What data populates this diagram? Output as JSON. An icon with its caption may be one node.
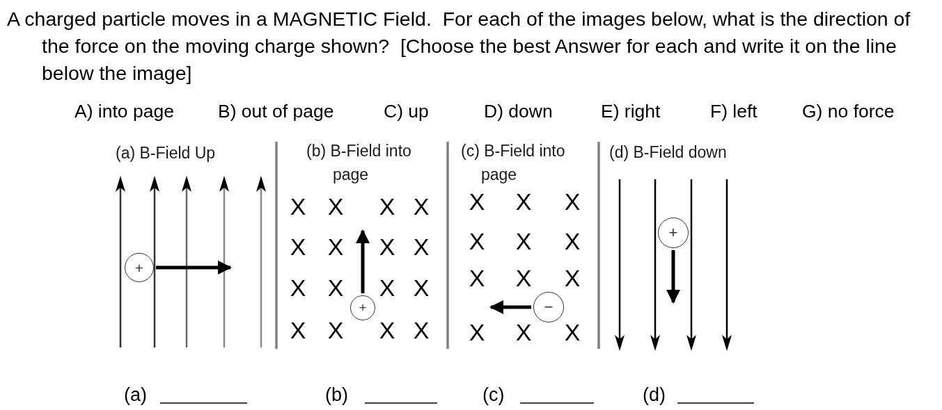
{
  "diagram": {
    "title": "A charged particle moves in a MAGNETIC Field.  For each of the images below, what is the direction of the force on the moving charge shown?  [Choose the best Answer for each and write it on the line below the image]",
    "nodes": [
      {
        "text": [
          "+"
        ]
      },
      {
        "text": [
          "+"
        ]
      },
      {
        "text": [
          "−"
        ]
      },
      {
        "text": [
          "+"
        ]
      }
    ],
    "edges": [
      {
        "from": 0,
        "to": null,
        "arrow": "to"
      },
      {
        "from": 1,
        "to": null,
        "arrow": "to"
      },
      {
        "from": 2,
        "to": null,
        "arrow": "to"
      },
      {
        "from": 3,
        "to": null,
        "arrow": "to"
      }
    ],
    "labels": [
      "A) into page",
      "B) out of page",
      "C) up",
      "D) down",
      "E) right",
      "F) left",
      "G) no force",
      "(a) B-Field Up",
      "(b) B-Field into page",
      "(c) B-Field into page",
      "(d) B-Field down",
      "X",
      "X",
      "X",
      "X",
      "X",
      "X",
      "X",
      "X",
      "X",
      "X",
      "X",
      "X",
      "X",
      "X",
      "X",
      "X",
      "X",
      "X",
      "X",
      "X",
      "X",
      "X",
      "X",
      "X",
      "X",
      "X",
      "X",
      "X",
      "(a)",
      "(b)",
      "(c)",
      "(d)"
    ]
  }
}
